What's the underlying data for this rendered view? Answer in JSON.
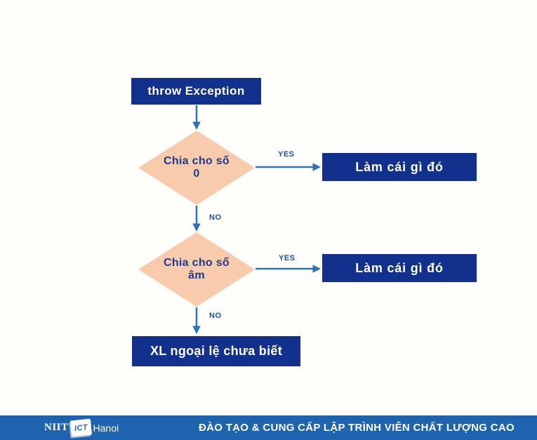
{
  "colors": {
    "background": "#fffefb",
    "navy-box": "#12318c",
    "peach-diamond": "#f8cbad",
    "diamond-text": "#1c3a8e",
    "arrow": "#2e74b5",
    "branch-label": "#1e4f9e",
    "footer-bar": "#1e63ad",
    "box-text": "#ffffff"
  },
  "flowchart": {
    "start": "throw Exception",
    "decision1": {
      "line1": "Chia cho số",
      "line2": "0"
    },
    "action1": "Làm cái gì đó",
    "decision2": {
      "line1": "Chia cho số",
      "line2": "âm"
    },
    "action2": "Làm cái gì đó",
    "end": "XL ngoại lệ chưa biết",
    "branch1_yes": "YES",
    "branch1_no": "NO",
    "branch2_yes": "YES",
    "branch2_no": "NO"
  },
  "footer": {
    "brand_niit": "NIIT",
    "brand_ict": "ICT",
    "brand_city": "Hanoi",
    "tagline": "ĐÀO TẠO & CUNG CẤP LẬP TRÌNH VIÊN CHẤT LƯỢNG CAO"
  }
}
